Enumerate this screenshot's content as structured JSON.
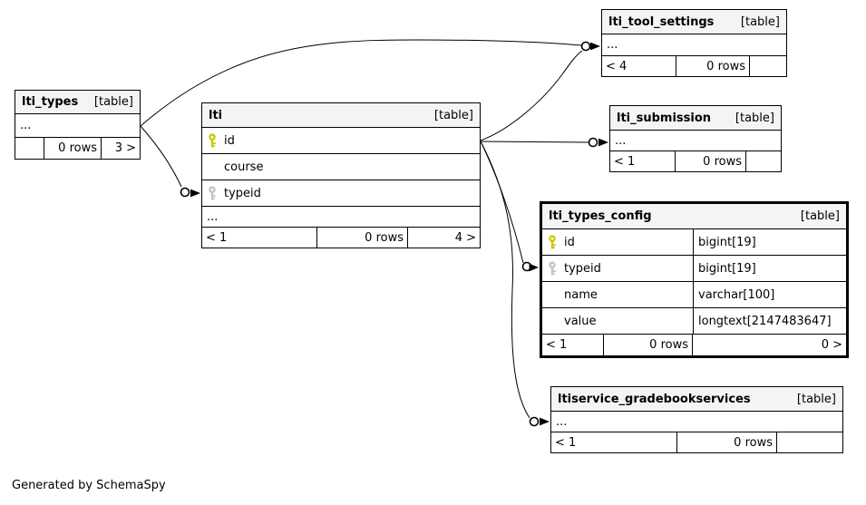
{
  "diagram": {
    "generated_by": "Generated by SchemaSpy"
  },
  "colors": {
    "background": "#ffffff",
    "header_bg": "#f4f4f4",
    "border": "#000000",
    "primary_key": "#c9c900",
    "foreign_key": "#c4c4c4"
  },
  "tables": {
    "lti_types": {
      "name": "lti_types",
      "tag": "[table]",
      "dots": "...",
      "footer": {
        "left": "",
        "mid": "0 rows",
        "right": "3 >"
      }
    },
    "lti": {
      "name": "lti",
      "tag": "[table]",
      "fields": [
        {
          "name": "id",
          "key": "primary"
        },
        {
          "name": "course",
          "key": null
        },
        {
          "name": "typeid",
          "key": "foreign"
        }
      ],
      "dots": "...",
      "footer": {
        "left": "< 1",
        "mid": "0 rows",
        "right": "4 >"
      }
    },
    "lti_tool_settings": {
      "name": "lti_tool_settings",
      "tag": "[table]",
      "dots": "...",
      "footer": {
        "left": "< 4",
        "mid": "0 rows",
        "right": ""
      }
    },
    "lti_submission": {
      "name": "lti_submission",
      "tag": "[table]",
      "dots": "...",
      "footer": {
        "left": "< 1",
        "mid": "0 rows",
        "right": ""
      }
    },
    "lti_types_config": {
      "name": "lti_types_config",
      "tag": "[table]",
      "fields": [
        {
          "name": "id",
          "type": "bigint[19]",
          "key": "primary"
        },
        {
          "name": "typeid",
          "type": "bigint[19]",
          "key": "foreign"
        },
        {
          "name": "name",
          "type": "varchar[100]",
          "key": null
        },
        {
          "name": "value",
          "type": "longtext[2147483647]",
          "key": null
        }
      ],
      "footer": {
        "left": "< 1",
        "mid": "0 rows",
        "right": "0 >"
      }
    },
    "ltiservice_gradebookservices": {
      "name": "ltiservice_gradebookservices",
      "tag": "[table]",
      "dots": "...",
      "footer": {
        "left": "< 1",
        "mid": "0 rows",
        "right": ""
      }
    }
  }
}
